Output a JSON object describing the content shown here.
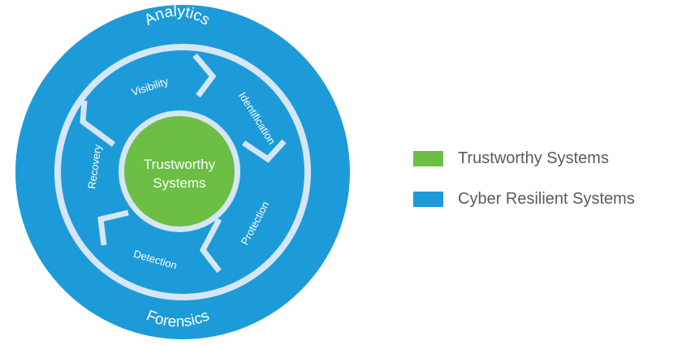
{
  "diagram": {
    "outer_ring": {
      "top_label": "Analytics",
      "bottom_label": "Forensics",
      "color": "#1d9bd8"
    },
    "segments": [
      {
        "id": "visibility",
        "label": "Visibility"
      },
      {
        "id": "identification",
        "label": "Identification"
      },
      {
        "id": "protection",
        "label": "Protection"
      },
      {
        "id": "detection",
        "label": "Detection"
      },
      {
        "id": "recovery",
        "label": "Recovery"
      }
    ],
    "center": {
      "line1": "Trustworthy",
      "line2": "Systems",
      "color": "#6cbe45"
    },
    "inner_ring_color": "#d6e6f5"
  },
  "legend": [
    {
      "label": "Trustworthy Systems",
      "color": "#6cbe45"
    },
    {
      "label": "Cyber Resilient Systems",
      "color": "#1d9bd8"
    }
  ]
}
